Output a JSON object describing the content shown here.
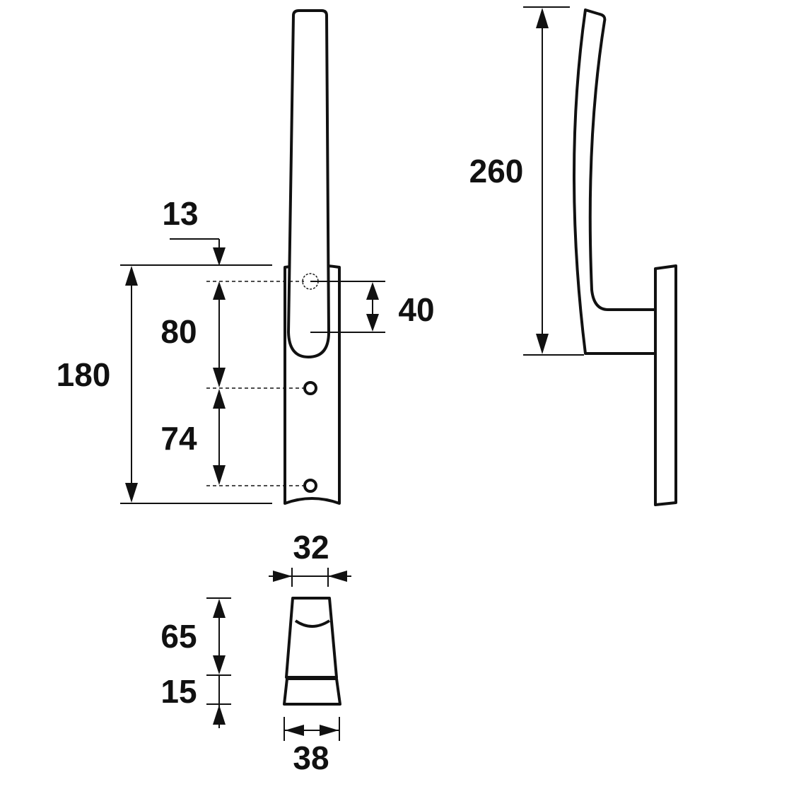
{
  "drawing": {
    "stroke_color": "#111111",
    "background_color": "#ffffff",
    "dimensions": {
      "offset_top": "13",
      "hole_spacing_upper": "80",
      "spindle_offset": "40",
      "rose_length": "180",
      "hole_spacing_lower": "74",
      "handle_length": "260",
      "handle_width": "32",
      "projection": "65",
      "rose_depth": "15",
      "rose_width": "38"
    }
  }
}
